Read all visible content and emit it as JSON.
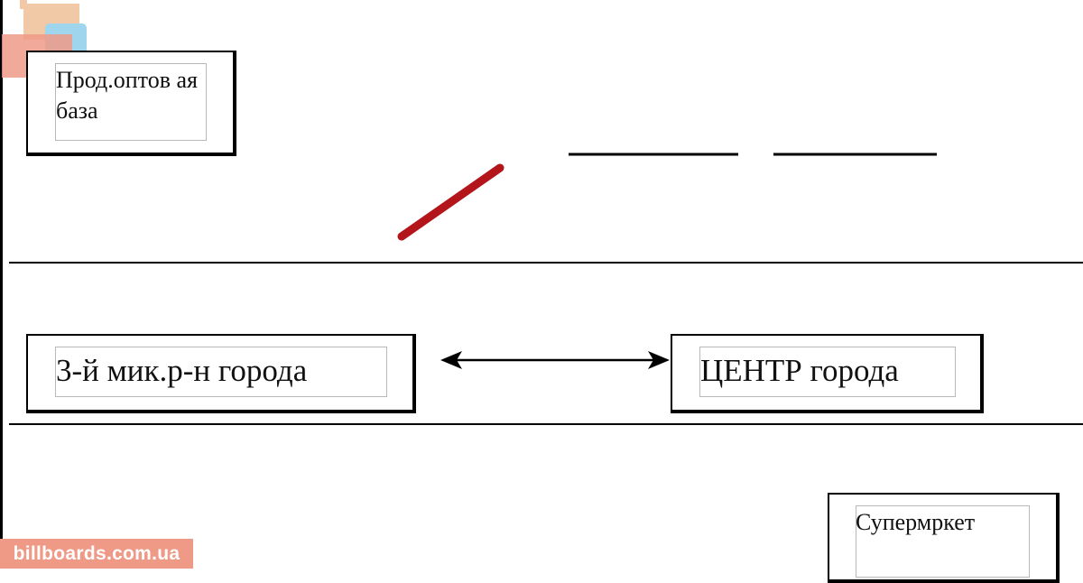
{
  "nodes": {
    "wholesale_base": {
      "label": "Прод.оптов ая база"
    },
    "third_district": {
      "label": "3-й мик.р-н города"
    },
    "city_center": {
      "label": "ЦЕНТР города"
    },
    "supermarket": {
      "label": "Супермркет"
    }
  },
  "watermark": {
    "text": "billboards.com.ua"
  },
  "colors": {
    "line": "#000000",
    "red_stroke": "#b3151b",
    "box_inner_border": "#b8b8b8",
    "watermark_bg": "#ef9a87",
    "logo_peach": "#f2c9a6",
    "logo_cyan": "#9fd6ee",
    "logo_salmon": "#ef9a87"
  },
  "icons": {
    "logo": "billboards-logo-icon",
    "arrow": "double-headed-arrow"
  }
}
